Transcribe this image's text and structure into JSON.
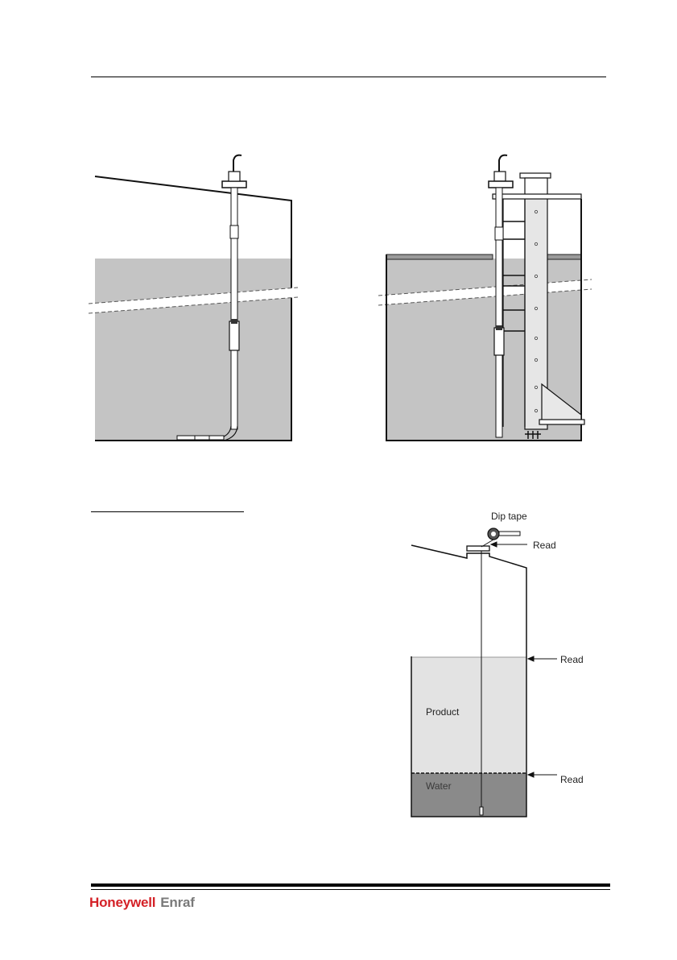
{
  "diagram_labels": {
    "dip_tape": "Dip tape",
    "read_top": "Read",
    "read_level": "Read",
    "read_interface": "Read",
    "product": "Product",
    "water": "Water"
  },
  "footer": {
    "brand_primary": "Honeywell",
    "brand_secondary": "Enraf"
  },
  "colors": {
    "product_fill": "#c4c4c4",
    "product_light": "#e3e3e3",
    "water_fill": "#8a8a8a",
    "brand_red": "#d42127",
    "brand_gray": "#7a7a7a"
  }
}
